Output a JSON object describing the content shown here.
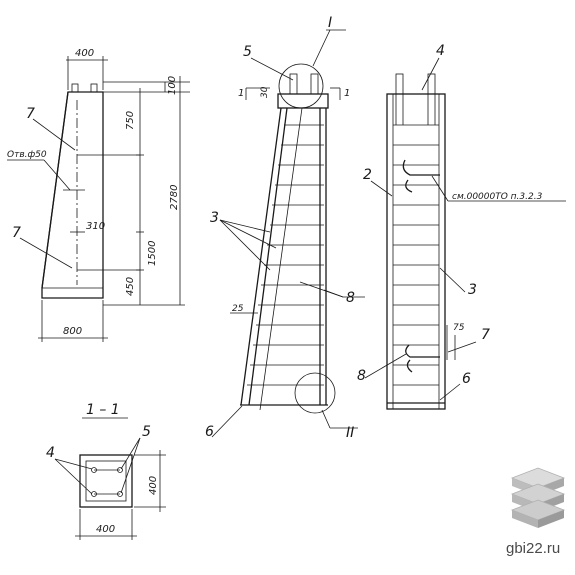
{
  "left_view": {
    "dim_top": "400",
    "dim_side_top": "100",
    "dim_750": "750",
    "dim_310": "310",
    "dim_1500": "1500",
    "dim_450": "450",
    "dim_2780": "2780",
    "dim_bottom": "800",
    "label_hole": "Отв.ф50",
    "label_7a": "7",
    "label_7b": "7"
  },
  "middle_view": {
    "label_5": "5",
    "label_I": "I",
    "dim_30": "30",
    "cut_left": "1",
    "cut_right": "1",
    "label_3": "3",
    "label_8": "8",
    "dim_25": "25",
    "label_6": "6",
    "label_II": "II"
  },
  "right_view": {
    "label_4": "4",
    "label_2": "2",
    "note": "см.00000ТО п.3.2.3",
    "label_3": "3",
    "dim_75": "75",
    "label_7": "7",
    "label_8": "8",
    "label_6": "6"
  },
  "section": {
    "title": "1 – 1",
    "label_4": "4",
    "label_5": "5",
    "dim_side": "400",
    "dim_bottom": "400"
  },
  "watermark": {
    "text": "gbi22.ru"
  }
}
